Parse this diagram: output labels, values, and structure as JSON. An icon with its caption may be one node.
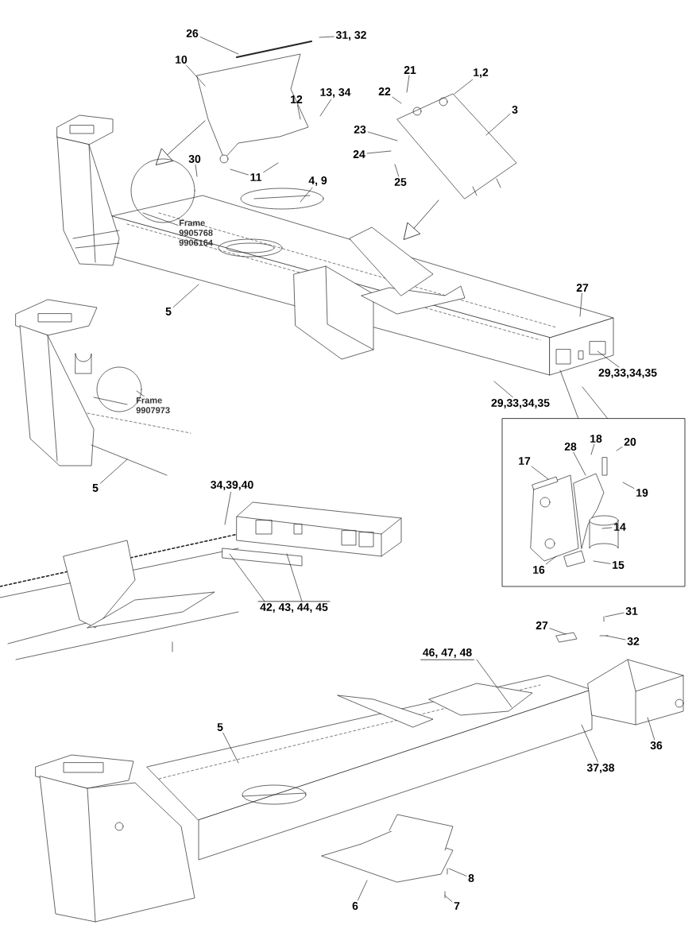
{
  "diagram": {
    "nodes": [
      {
        "text": [
          "26"
        ]
      },
      {
        "text": [
          "31, 32"
        ]
      },
      {
        "text": [
          "10"
        ]
      },
      {
        "text": [
          "12"
        ]
      },
      {
        "text": [
          "13, 34"
        ]
      },
      {
        "text": [
          "21"
        ]
      },
      {
        "text": [
          "22"
        ]
      },
      {
        "text": [
          "1,2"
        ]
      },
      {
        "text": [
          "3"
        ]
      },
      {
        "text": [
          "23"
        ]
      },
      {
        "text": [
          "24"
        ]
      },
      {
        "text": [
          "25"
        ]
      },
      {
        "text": [
          "30"
        ]
      },
      {
        "text": [
          "11"
        ]
      },
      {
        "text": [
          "4, 9"
        ]
      },
      {
        "text": [
          "Frame 9905768 9906164"
        ]
      },
      {
        "text": [
          "5"
        ]
      },
      {
        "text": [
          "27"
        ]
      },
      {
        "text": [
          "29,33,34,35"
        ]
      },
      {
        "text": [
          "29,33,34,35"
        ]
      },
      {
        "text": [
          "Frame 9907973"
        ]
      },
      {
        "text": [
          "5"
        ]
      },
      {
        "text": [
          "18"
        ]
      },
      {
        "text": [
          "20"
        ]
      },
      {
        "text": [
          "28"
        ]
      },
      {
        "text": [
          "17"
        ]
      },
      {
        "text": [
          "19"
        ]
      },
      {
        "text": [
          "14"
        ]
      },
      {
        "text": [
          "16"
        ]
      },
      {
        "text": [
          "15"
        ]
      },
      {
        "text": [
          "34,39,40"
        ]
      },
      {
        "text": [
          "42, 43, 44, 45"
        ]
      },
      {
        "text": [
          "31"
        ]
      },
      {
        "text": [
          "27"
        ]
      },
      {
        "text": [
          "32"
        ]
      },
      {
        "text": [
          "46, 47, 48"
        ]
      },
      {
        "text": [
          "5"
        ]
      },
      {
        "text": [
          "36"
        ]
      },
      {
        "text": [
          "37,38"
        ]
      },
      {
        "text": [
          "8"
        ]
      },
      {
        "text": [
          "7"
        ]
      },
      {
        "text": [
          "6"
        ]
      }
    ],
    "edges": [
      {
        "from": 0,
        "to": null,
        "arrow": "none"
      },
      {
        "from": 1,
        "to": null,
        "arrow": "none"
      },
      {
        "from": 2,
        "to": null,
        "arrow": "none"
      },
      {
        "from": 3,
        "to": null,
        "arrow": "none"
      },
      {
        "from": 4,
        "to": null,
        "arrow": "none"
      },
      {
        "from": 5,
        "to": null,
        "arrow": "none"
      },
      {
        "from": 6,
        "to": null,
        "arrow": "none"
      },
      {
        "from": 7,
        "to": null,
        "arrow": "none"
      },
      {
        "from": 8,
        "to": null,
        "arrow": "none"
      },
      {
        "from": 9,
        "to": null,
        "arrow": "none"
      },
      {
        "from": 10,
        "to": null,
        "arrow": "none"
      },
      {
        "from": 11,
        "to": null,
        "arrow": "none"
      },
      {
        "from": 12,
        "to": null,
        "arrow": "none"
      },
      {
        "from": 13,
        "to": null,
        "arrow": "none"
      },
      {
        "from": 13,
        "to": null,
        "arrow": "none"
      },
      {
        "from": 14,
        "to": null,
        "arrow": "none"
      },
      {
        "from": 15,
        "to": null,
        "arrow": "none"
      },
      {
        "from": 16,
        "to": null,
        "arrow": "none"
      },
      {
        "from": 17,
        "to": null,
        "arrow": "none"
      },
      {
        "from": 18,
        "to": null,
        "arrow": "none"
      },
      {
        "from": 19,
        "to": null,
        "arrow": "none"
      },
      {
        "from": 20,
        "to": null,
        "arrow": "none"
      },
      {
        "from": 21,
        "to": null,
        "arrow": "none"
      },
      {
        "from": 22,
        "to": null,
        "arrow": "none"
      },
      {
        "from": 23,
        "to": null,
        "arrow": "none"
      },
      {
        "from": 24,
        "to": null,
        "arrow": "none"
      },
      {
        "from": 25,
        "to": null,
        "arrow": "none"
      },
      {
        "from": 26,
        "to": null,
        "arrow": "none"
      },
      {
        "from": 27,
        "to": null,
        "arrow": "none"
      },
      {
        "from": 28,
        "to": null,
        "arrow": "none"
      },
      {
        "from": 29,
        "to": null,
        "arrow": "none"
      },
      {
        "from": 30,
        "to": null,
        "arrow": "none"
      },
      {
        "from": 31,
        "to": null,
        "arrow": "none"
      },
      {
        "from": 31,
        "to": null,
        "arrow": "none"
      },
      {
        "from": 32,
        "to": null,
        "arrow": "none"
      },
      {
        "from": 33,
        "to": null,
        "arrow": "none"
      },
      {
        "from": 34,
        "to": null,
        "arrow": "none"
      },
      {
        "from": 35,
        "to": null,
        "arrow": "none"
      },
      {
        "from": 36,
        "to": null,
        "arrow": "none"
      },
      {
        "from": 37,
        "to": null,
        "arrow": "none"
      },
      {
        "from": 38,
        "to": null,
        "arrow": "none"
      },
      {
        "from": 39,
        "to": null,
        "arrow": "none"
      },
      {
        "from": 40,
        "to": null,
        "arrow": "none"
      },
      {
        "from": 41,
        "to": null,
        "arrow": "none"
      }
    ]
  }
}
